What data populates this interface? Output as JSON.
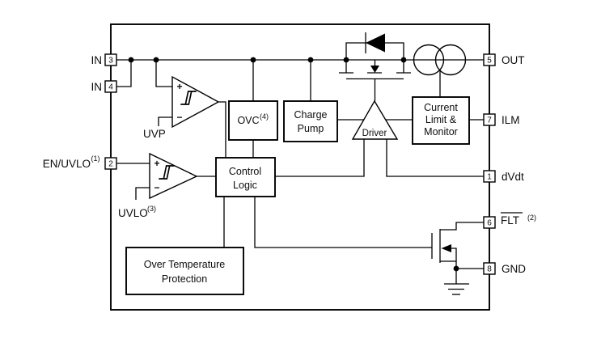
{
  "pins": {
    "in1": {
      "num": "3",
      "label": "IN"
    },
    "in2": {
      "num": "4",
      "label": "IN"
    },
    "en": {
      "num": "2",
      "label": "EN/UVLO",
      "sup": "(1)"
    },
    "out": {
      "num": "5",
      "label": "OUT"
    },
    "ilm": {
      "num": "7",
      "label": "ILM"
    },
    "dvdt": {
      "num": "1",
      "label": "dVdt"
    },
    "flt": {
      "num": "6",
      "label": "FLT",
      "sup": "(2)"
    },
    "gnd": {
      "num": "8",
      "label": "GND"
    }
  },
  "blocks": {
    "ovc": {
      "label": "OVC",
      "sup": "(4)"
    },
    "charge_pump": {
      "line1": "Charge",
      "line2": "Pump"
    },
    "driver": {
      "label": "Driver"
    },
    "current_limit": {
      "line1": "Current",
      "line2": "Limit &",
      "line3": "Monitor"
    },
    "control_logic": {
      "line1": "Control",
      "line2": "Logic"
    },
    "otp": {
      "line1": "Over Temperature",
      "line2": "Protection"
    }
  },
  "comparators": {
    "uvp": {
      "label": "UVP",
      "plus": "+",
      "minus": "−"
    },
    "uvlo": {
      "label": "UVLO",
      "sup": "(3)",
      "plus": "+",
      "minus": "−"
    }
  },
  "colors": {
    "line": "#000000",
    "background": "#ffffff"
  }
}
